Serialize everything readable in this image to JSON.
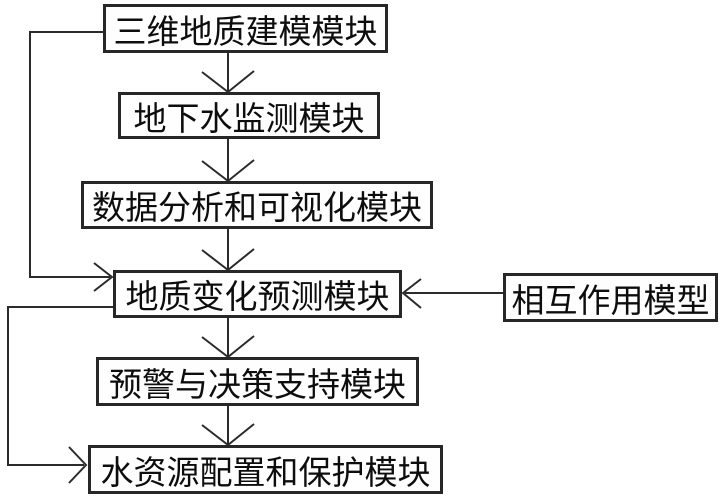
{
  "diagram": {
    "type": "flowchart",
    "nodes": [
      {
        "id": "modeling",
        "label": "三维地质建模模块"
      },
      {
        "id": "monitoring",
        "label": "地下水监测模块"
      },
      {
        "id": "analysis",
        "label": "数据分析和可视化模块"
      },
      {
        "id": "prediction",
        "label": "地质变化预测模块"
      },
      {
        "id": "interaction",
        "label": "相互作用模型"
      },
      {
        "id": "warning",
        "label": "预警与决策支持模块"
      },
      {
        "id": "water",
        "label": "水资源配置和保护模块"
      }
    ],
    "edges": [
      {
        "from": "modeling",
        "to": "monitoring"
      },
      {
        "from": "monitoring",
        "to": "analysis"
      },
      {
        "from": "analysis",
        "to": "prediction"
      },
      {
        "from": "modeling",
        "to": "prediction"
      },
      {
        "from": "interaction",
        "to": "prediction"
      },
      {
        "from": "prediction",
        "to": "warning"
      },
      {
        "from": "warning",
        "to": "water"
      },
      {
        "from": "prediction",
        "to": "water"
      }
    ],
    "colors": {
      "line": "#2b2b2b",
      "box_border": "#272727",
      "text": "#0d0d0d",
      "background": "#ffffff"
    }
  }
}
